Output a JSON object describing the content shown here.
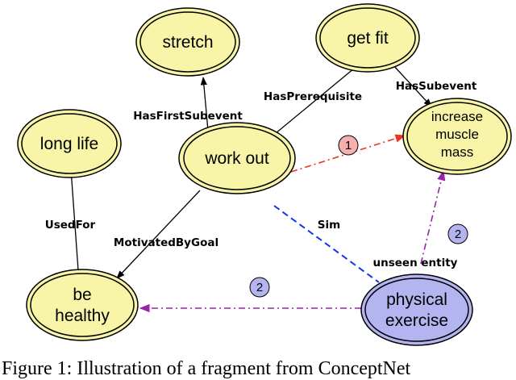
{
  "nodes": {
    "stretch": {
      "label": "stretch"
    },
    "get_fit": {
      "label": "get fit"
    },
    "long_life": {
      "label": "long life"
    },
    "work_out": {
      "label": "work out"
    },
    "increase_muscle_mass": {
      "lines": [
        "increase",
        "muscle",
        "mass"
      ]
    },
    "be_healthy": {
      "lines": [
        "be",
        "healthy"
      ]
    },
    "physical_exercise": {
      "lines": [
        "physical",
        "exercise"
      ]
    }
  },
  "edges": {
    "has_first_subevent": "HasFirstSubevent",
    "has_prerequisite": "HasPrerequisite",
    "has_subevent": "HasSubevent",
    "used_for": "UsedFor",
    "motivated_by_goal": "MotivatedByGoal",
    "sim": "Sim",
    "unseen_entity": "unseen entity"
  },
  "badges": {
    "one": "1",
    "two_right": "2",
    "two_left": "2"
  },
  "colors": {
    "node_fill": "#f8f4a8",
    "new_node_fill": "#b4b4f0",
    "red_edge": "#ee3322",
    "purple_edge": "#9922aa",
    "blue_edge": "#1133ee",
    "badge_red": "#f6b0b0",
    "badge_blue": "#b4b4f0"
  },
  "caption": "Figure 1: Illustration of a fragment from ConceptNet"
}
